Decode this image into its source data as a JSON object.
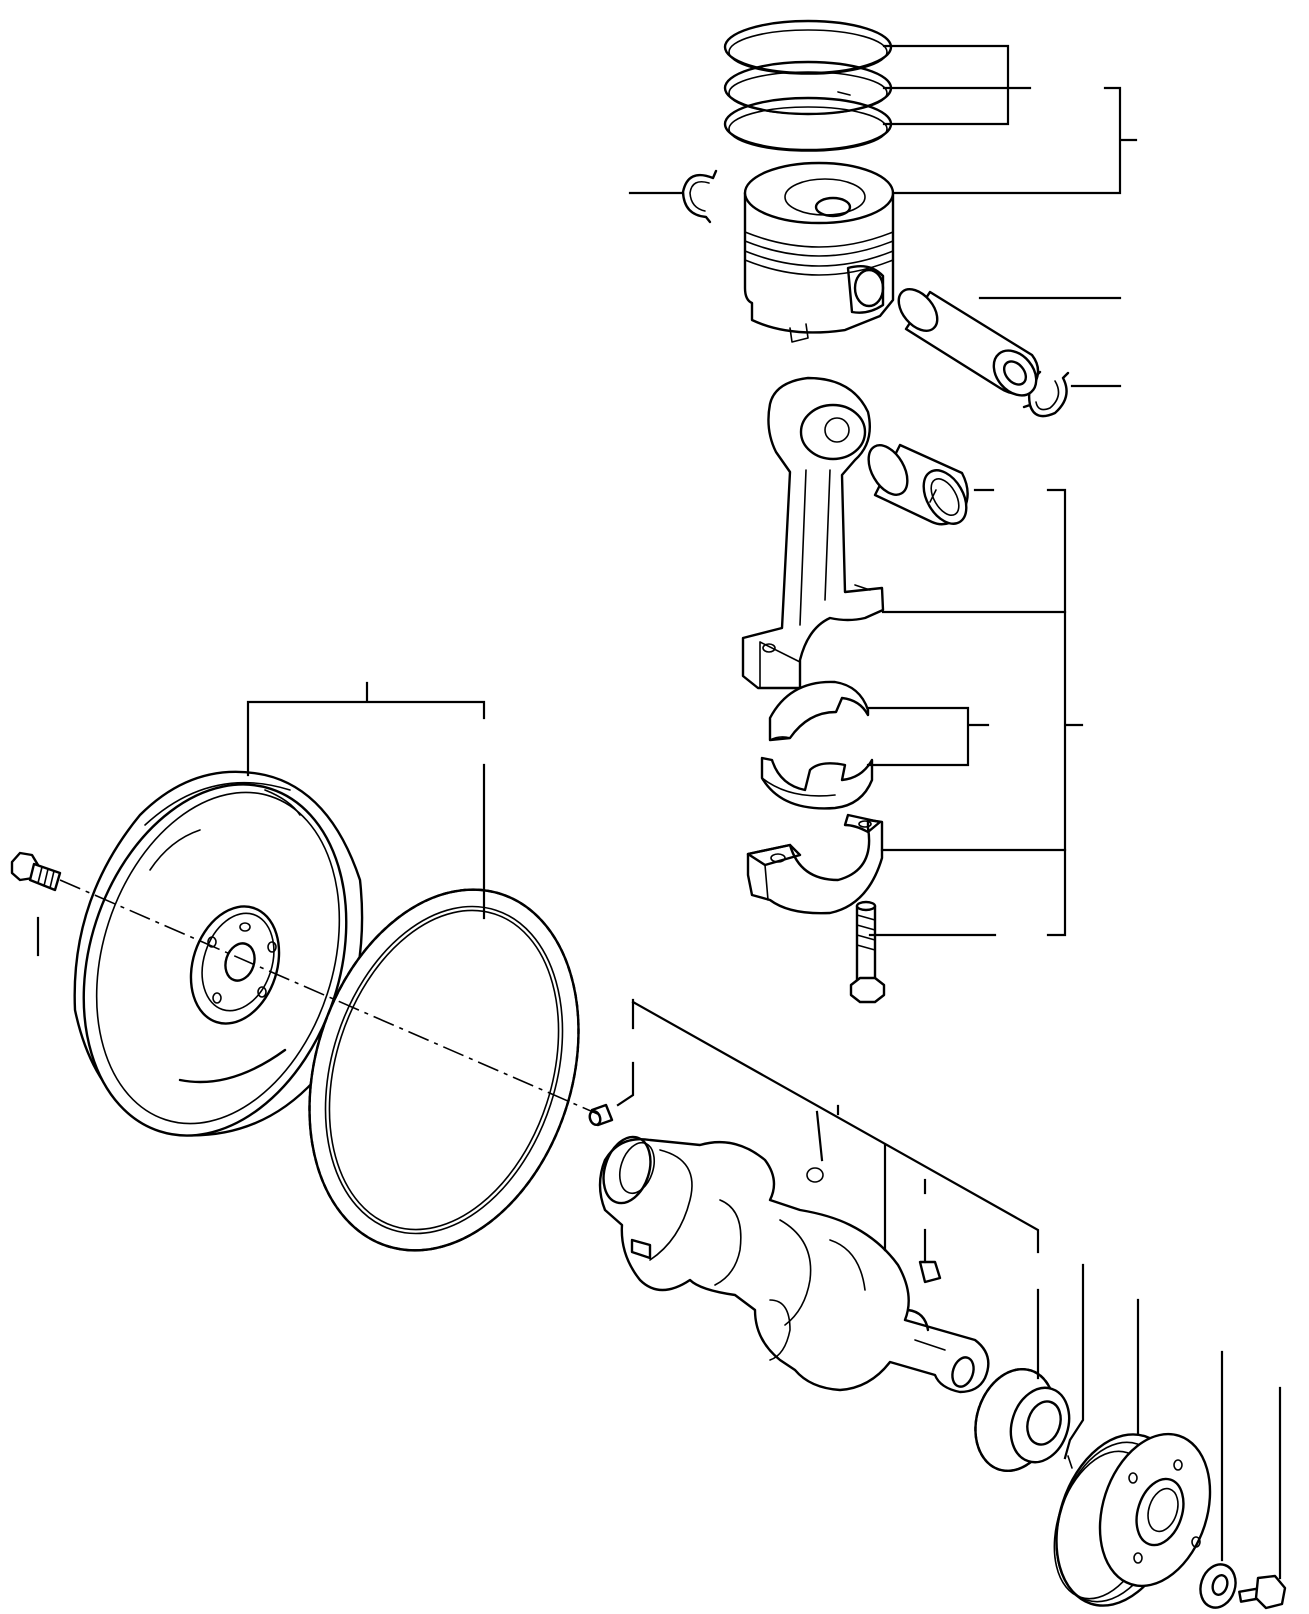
{
  "diagram": {
    "kind": "exploded-parts-view",
    "colors": {
      "ink": "#000000",
      "paper": "#ffffff"
    },
    "parts": [
      "piston-ring-set",
      "piston",
      "piston-pin-circlip",
      "piston-pin",
      "small-end-bushing",
      "connecting-rod",
      "rod-bearing-shells",
      "rod-cap",
      "rod-bolt",
      "flywheel",
      "flywheel-bolt",
      "ring-gear",
      "dowel-pin",
      "crankshaft",
      "woodruff-key",
      "crank-gear",
      "crank-pulley",
      "washer",
      "pulley-bolt"
    ]
  }
}
